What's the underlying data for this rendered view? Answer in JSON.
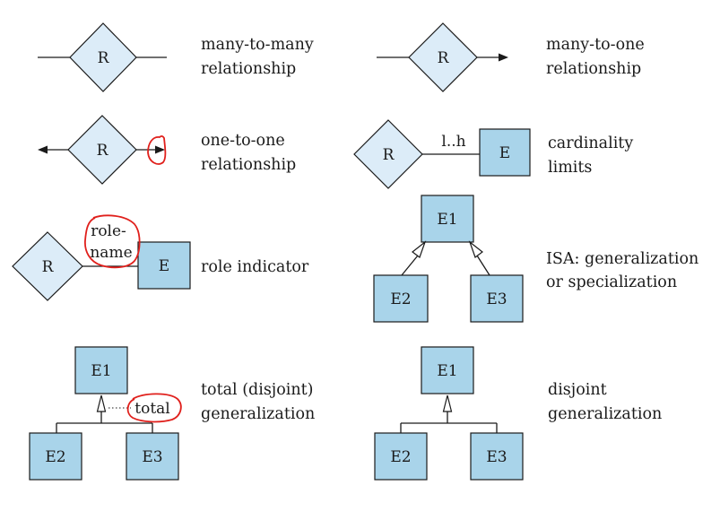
{
  "diagram": {
    "many_to_many": {
      "rel": "R",
      "desc_line1": "many-to-many",
      "desc_line2": "relationship"
    },
    "many_to_one": {
      "rel": "R",
      "desc_line1": "many-to-one",
      "desc_line2": "relationship"
    },
    "one_to_one": {
      "rel": "R",
      "desc_line1": "one-to-one",
      "desc_line2": "relationship"
    },
    "cardinality": {
      "rel": "R",
      "entity": "E",
      "limit": "l..h",
      "desc_line1": "cardinality",
      "desc_line2": "limits"
    },
    "role": {
      "rel": "R",
      "entity": "E",
      "role_line1": "role-",
      "role_line2": "name",
      "desc": "role indicator"
    },
    "isa": {
      "parent": "E1",
      "child1": "E2",
      "child2": "E3",
      "desc_line1": "ISA: generalization",
      "desc_line2": "or specialization"
    },
    "total": {
      "parent": "E1",
      "child1": "E2",
      "child2": "E3",
      "marker": "total",
      "desc_line1": "total (disjoint)",
      "desc_line2": "generalization"
    },
    "disjoint": {
      "parent": "E1",
      "child1": "E2",
      "child2": "E3",
      "desc_line1": "disjoint",
      "desc_line2": "generalization"
    },
    "colors": {
      "relationship_fill": "#dcecf8",
      "entity_fill": "#a9d4ea",
      "annotation": "#e0201c"
    }
  }
}
